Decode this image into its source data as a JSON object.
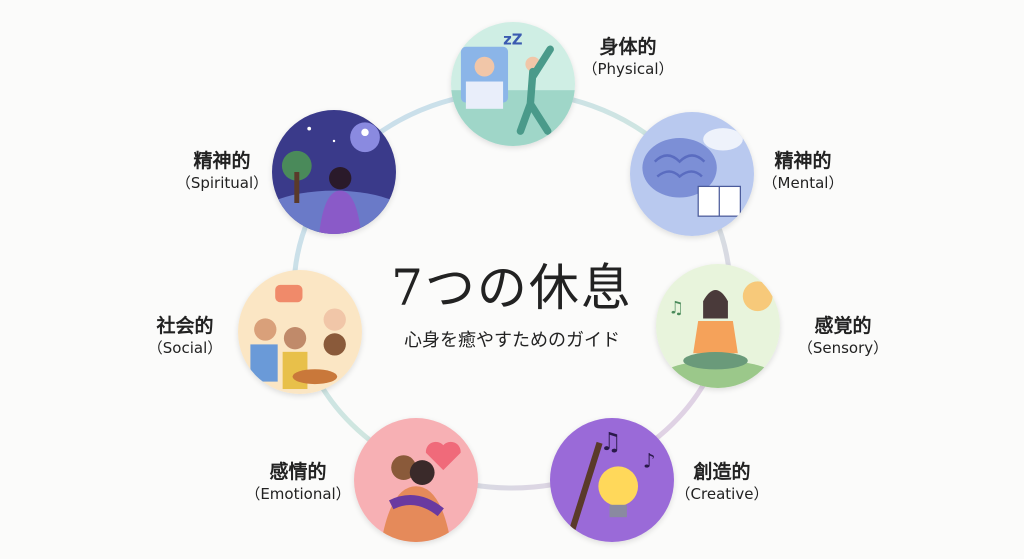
{
  "title": "7つの休息",
  "subtitle": "心身を癒やすためのガイド",
  "rests": [
    {
      "jp": "身体的",
      "en": "（Physical）",
      "icon": "sleep-and-stretch-icon",
      "color": "#9fd6c8"
    },
    {
      "jp": "精神的",
      "en": "（Mental）",
      "icon": "brain-book-icon",
      "color": "#8fa6e0"
    },
    {
      "jp": "感覚的",
      "en": "（Sensory）",
      "icon": "meditation-icon",
      "color": "#b6dca6"
    },
    {
      "jp": "創造的",
      "en": "（Creative）",
      "icon": "lightbulb-paintbrush-icon",
      "color": "#9a6ad8"
    },
    {
      "jp": "感情的",
      "en": "（Emotional）",
      "icon": "hug-heart-icon",
      "color": "#f08a96"
    },
    {
      "jp": "社会的",
      "en": "（Social）",
      "icon": "friends-dinner-icon",
      "color": "#f6c57a"
    },
    {
      "jp": "精神的",
      "en": "（Spiritual）",
      "icon": "night-sky-meditation-icon",
      "color": "#4a3f9a"
    }
  ]
}
